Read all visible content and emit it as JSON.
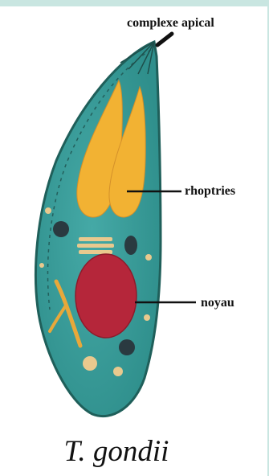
{
  "labels": {
    "apical_complex": "complexe apical",
    "rhoptries": "rhoptries",
    "nucleus": "noyau"
  },
  "caption": "T. gondii",
  "colors": {
    "cell_body": "#3fa3a0",
    "cell_outline": "#1f5f5a",
    "rhoptry": "#f2b233",
    "nucleus": "#b5263a",
    "dense_granule": "#2a3a40",
    "vesicle": "#e9c98e",
    "frame": "#c9e6e1"
  }
}
